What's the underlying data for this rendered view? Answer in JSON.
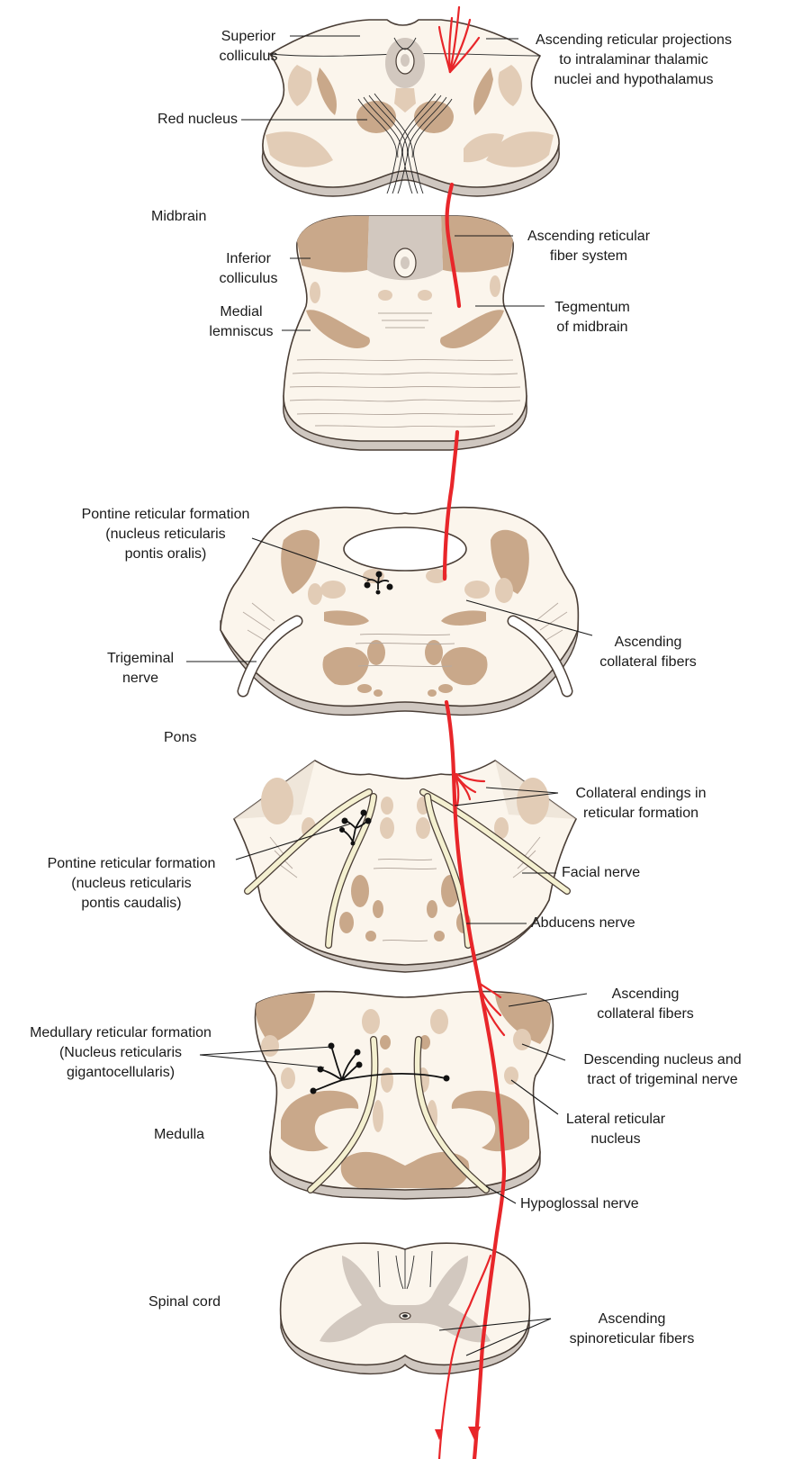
{
  "sections": {
    "midbrain": "Midbrain",
    "pons": "Pons",
    "medulla": "Medulla",
    "spinal_cord": "Spinal cord"
  },
  "labels": {
    "superior_colliculus": [
      "Superior",
      "colliculus"
    ],
    "red_nucleus": [
      "Red nucleus"
    ],
    "ascending_reticular_projections": [
      "Ascending reticular projections",
      "to intralaminar thalamic",
      "nuclei and hypothalamus"
    ],
    "inferior_colliculus": [
      "Inferior",
      "colliculus"
    ],
    "medial_lemniscus": [
      "Medial",
      "lemniscus"
    ],
    "ascending_reticular_fiber_system": [
      "Ascending reticular",
      "fiber system"
    ],
    "tegmentum_of_midbrain": [
      "Tegmentum",
      "of midbrain"
    ],
    "pontine_rf_oralis": [
      "Pontine reticular formation",
      "(nucleus reticularis",
      "pontis oralis)"
    ],
    "trigeminal_nerve": [
      "Trigeminal",
      "nerve"
    ],
    "ascending_collateral_fibers_pons": [
      "Ascending",
      "collateral fibers"
    ],
    "collateral_endings": [
      "Collateral endings in",
      "reticular formation"
    ],
    "pontine_rf_caudalis": [
      "Pontine reticular formation",
      "(nucleus reticularis",
      "pontis caudalis)"
    ],
    "facial_nerve": [
      "Facial nerve"
    ],
    "abducens_nerve": [
      "Abducens nerve"
    ],
    "medullary_rf": [
      "Medullary reticular formation",
      "(Nucleus reticularis",
      "gigantocellularis)"
    ],
    "ascending_collateral_fibers_medulla": [
      "Ascending",
      "collateral fibers"
    ],
    "descending_nucleus_trigeminal": [
      "Descending nucleus and",
      "tract of trigeminal nerve"
    ],
    "lateral_reticular_nucleus": [
      "Lateral reticular",
      "nucleus"
    ],
    "hypoglossal_nerve": [
      "Hypoglossal nerve"
    ],
    "ascending_spinoreticular_fibers": [
      "Ascending",
      "spinoreticular fibers"
    ]
  },
  "colors": {
    "fiber_red": "#e8262a",
    "tissue_fill": "#fbf5ec",
    "tissue_outline": "#4a3e36",
    "nucleus_tan": "#c9a88a",
    "nucleus_light": "#e2ccb6",
    "gray_matter": "#d6ccc2",
    "nerve_cream": "#f4f0d0"
  }
}
